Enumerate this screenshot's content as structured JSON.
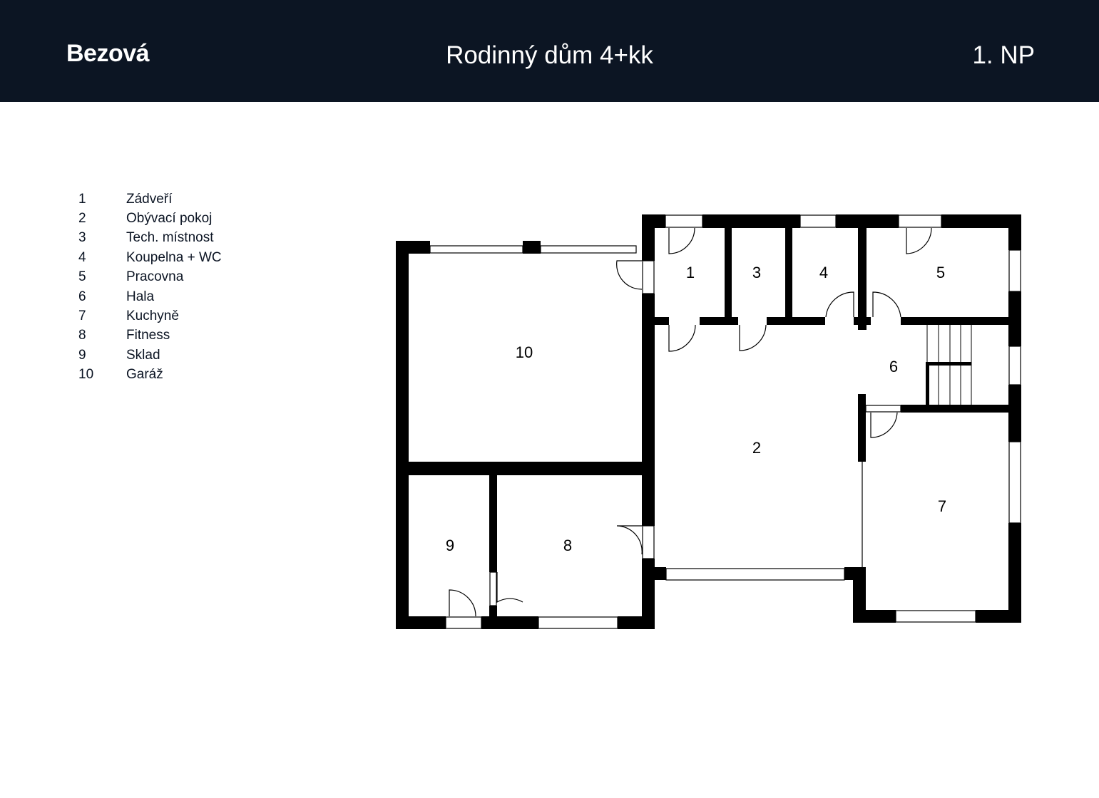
{
  "header": {
    "brand": "Bezová",
    "title": "Rodinný dům 4+kk",
    "floor": "1. NP"
  },
  "legend": [
    {
      "num": "1",
      "label": "Zádveří"
    },
    {
      "num": "2",
      "label": "Obývací pokoj"
    },
    {
      "num": "3",
      "label": "Tech. místnost"
    },
    {
      "num": "4",
      "label": "Koupelna + WC"
    },
    {
      "num": "5",
      "label": "Pracovna"
    },
    {
      "num": "6",
      "label": "Hala"
    },
    {
      "num": "7",
      "label": "Kuchyně"
    },
    {
      "num": "8",
      "label": "Fitness"
    },
    {
      "num": "9",
      "label": "Sklad"
    },
    {
      "num": "10",
      "label": "Garáž"
    }
  ],
  "rooms": [
    "1",
    "2",
    "3",
    "4",
    "5",
    "6",
    "7",
    "8",
    "9",
    "10"
  ],
  "colors": {
    "header_bg": "#0c1523",
    "wall": "#000000"
  }
}
